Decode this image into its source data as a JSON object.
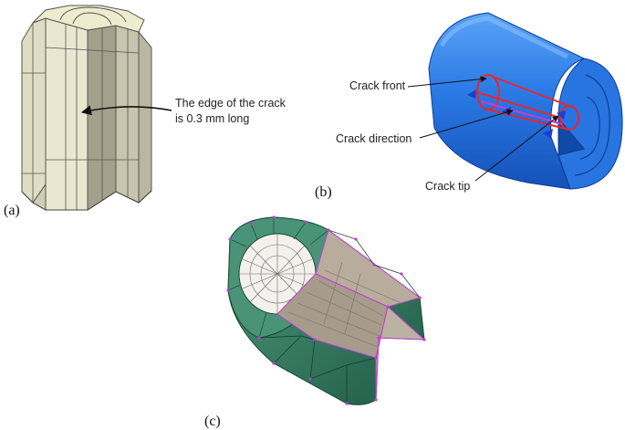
{
  "panels": {
    "a": {
      "caption": "(a)",
      "annotation": [
        "The edge of the crack",
        "is 0.3 mm long"
      ]
    },
    "b": {
      "caption": "(b)",
      "labels": {
        "front": "Crack front",
        "direction": "Crack direction",
        "tip": "Crack tip"
      }
    },
    "c": {
      "caption": "(c)"
    }
  },
  "colors": {
    "solid_face": "#e6e4cc",
    "solid_side": "#c9c7ae",
    "solid_dark": "#9d9b86",
    "blue_body": "#1f6fe0",
    "blue_light": "#4a95f2",
    "crack_red": "#e8262d",
    "crack_magenta": "#c23bd6",
    "mesh_green": "#3f8a6e",
    "mesh_dark": "#1f5e45",
    "mesh_tan": "#b5aa9a"
  }
}
